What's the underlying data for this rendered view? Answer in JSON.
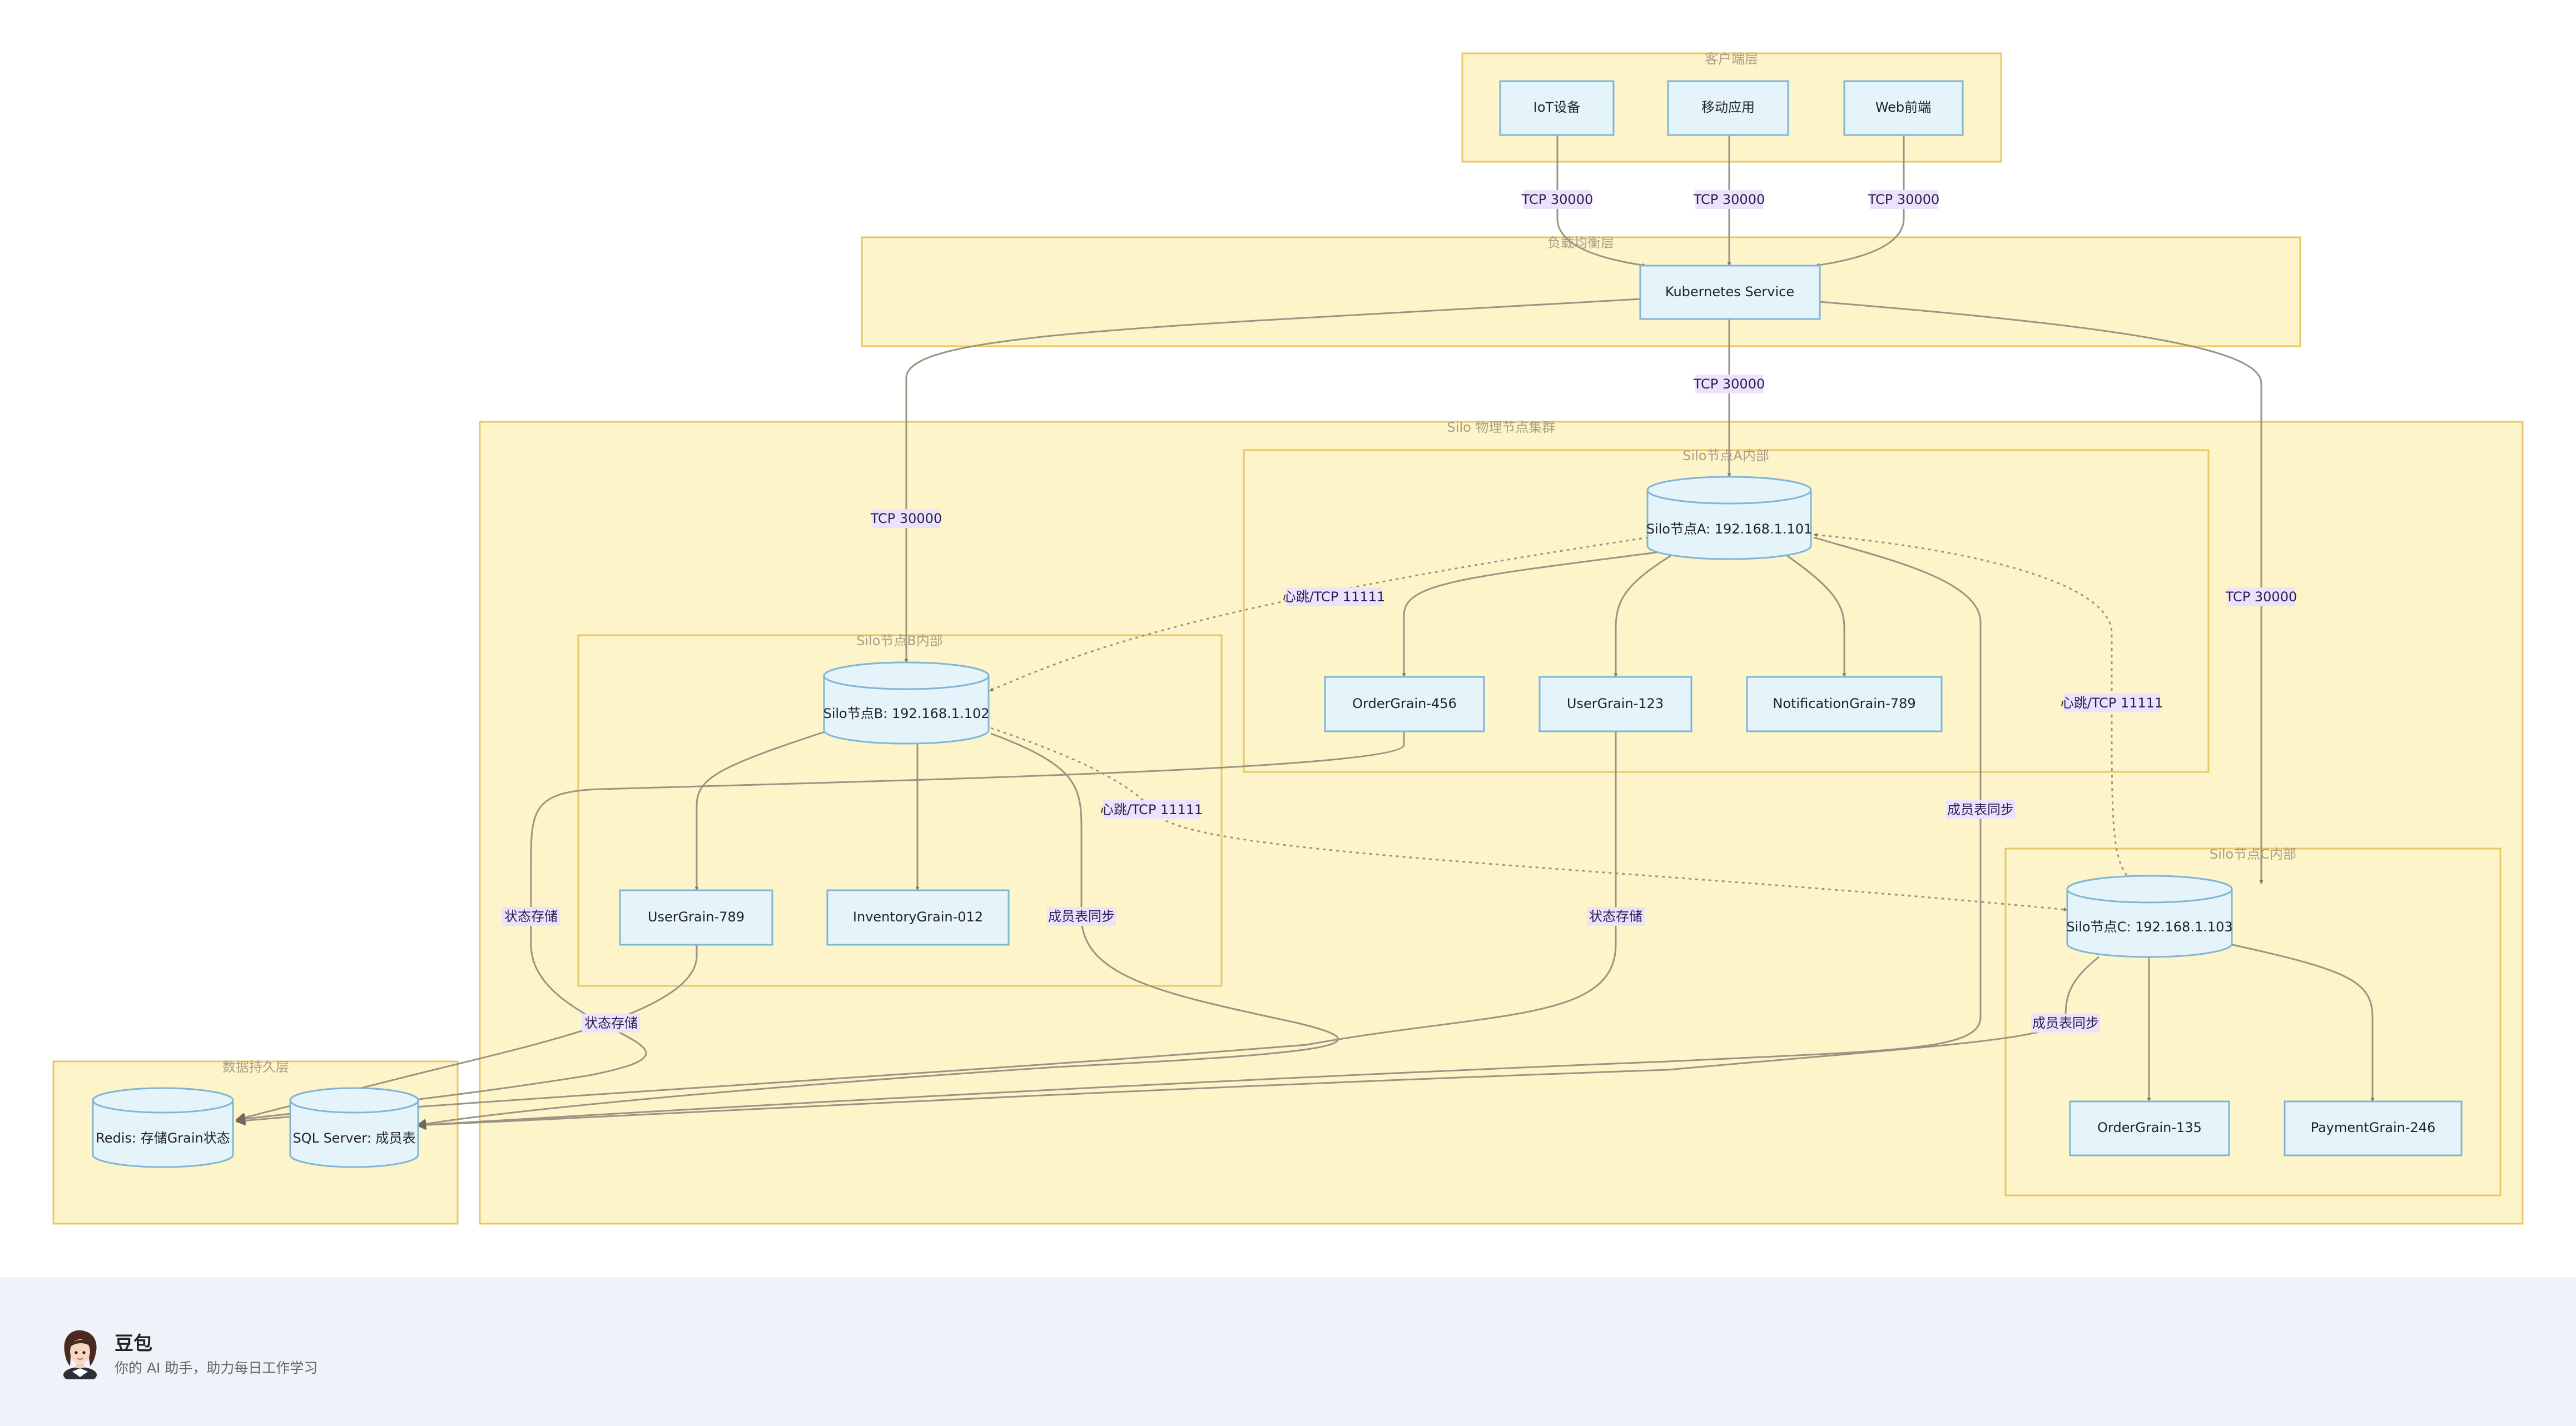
{
  "groups": {
    "client": "客户端层",
    "lb": "负载均衡层",
    "cluster": "Silo 物理节点集群",
    "silo_a": "Silo节点A内部",
    "silo_b": "Silo节点B内部",
    "silo_c": "Silo节点C内部",
    "persist": "数据持久层"
  },
  "nodes": {
    "iot": "IoT设备",
    "mobile": "移动应用",
    "web": "Web前端",
    "k8s": "Kubernetes Service",
    "silo_a": "Silo节点A: 192.168.1.101",
    "silo_b": "Silo节点B: 192.168.1.102",
    "silo_c": "Silo节点C: 192.168.1.103",
    "order456": "OrderGrain-456",
    "user123": "UserGrain-123",
    "notif789": "NotificationGrain-789",
    "user789": "UserGrain-789",
    "inv012": "InventoryGrain-012",
    "order135": "OrderGrain-135",
    "pay246": "PaymentGrain-246",
    "redis": "Redis: 存储Grain状态",
    "sql": "SQL Server: 成员表"
  },
  "edge_labels": {
    "tcp_iot": "TCP 30000",
    "tcp_mobile": "TCP 30000",
    "tcp_web": "TCP 30000",
    "tcp_a": "TCP 30000",
    "tcp_b": "TCP 30000",
    "tcp_c": "TCP 30000",
    "hb_ab": "心跳/TCP 11111",
    "hb_bc": "心跳/TCP 11111",
    "hb_ca": "心跳/TCP 11111",
    "state_order456": "状态存储",
    "state_user123": "状态存储",
    "state_user789": "状态存储",
    "member_b": "成员表同步",
    "member_a": "成员表同步",
    "member_c": "成员表同步"
  },
  "footer": {
    "name": "豆包",
    "tagline": "你的 AI 助手，助力每日工作学习"
  }
}
